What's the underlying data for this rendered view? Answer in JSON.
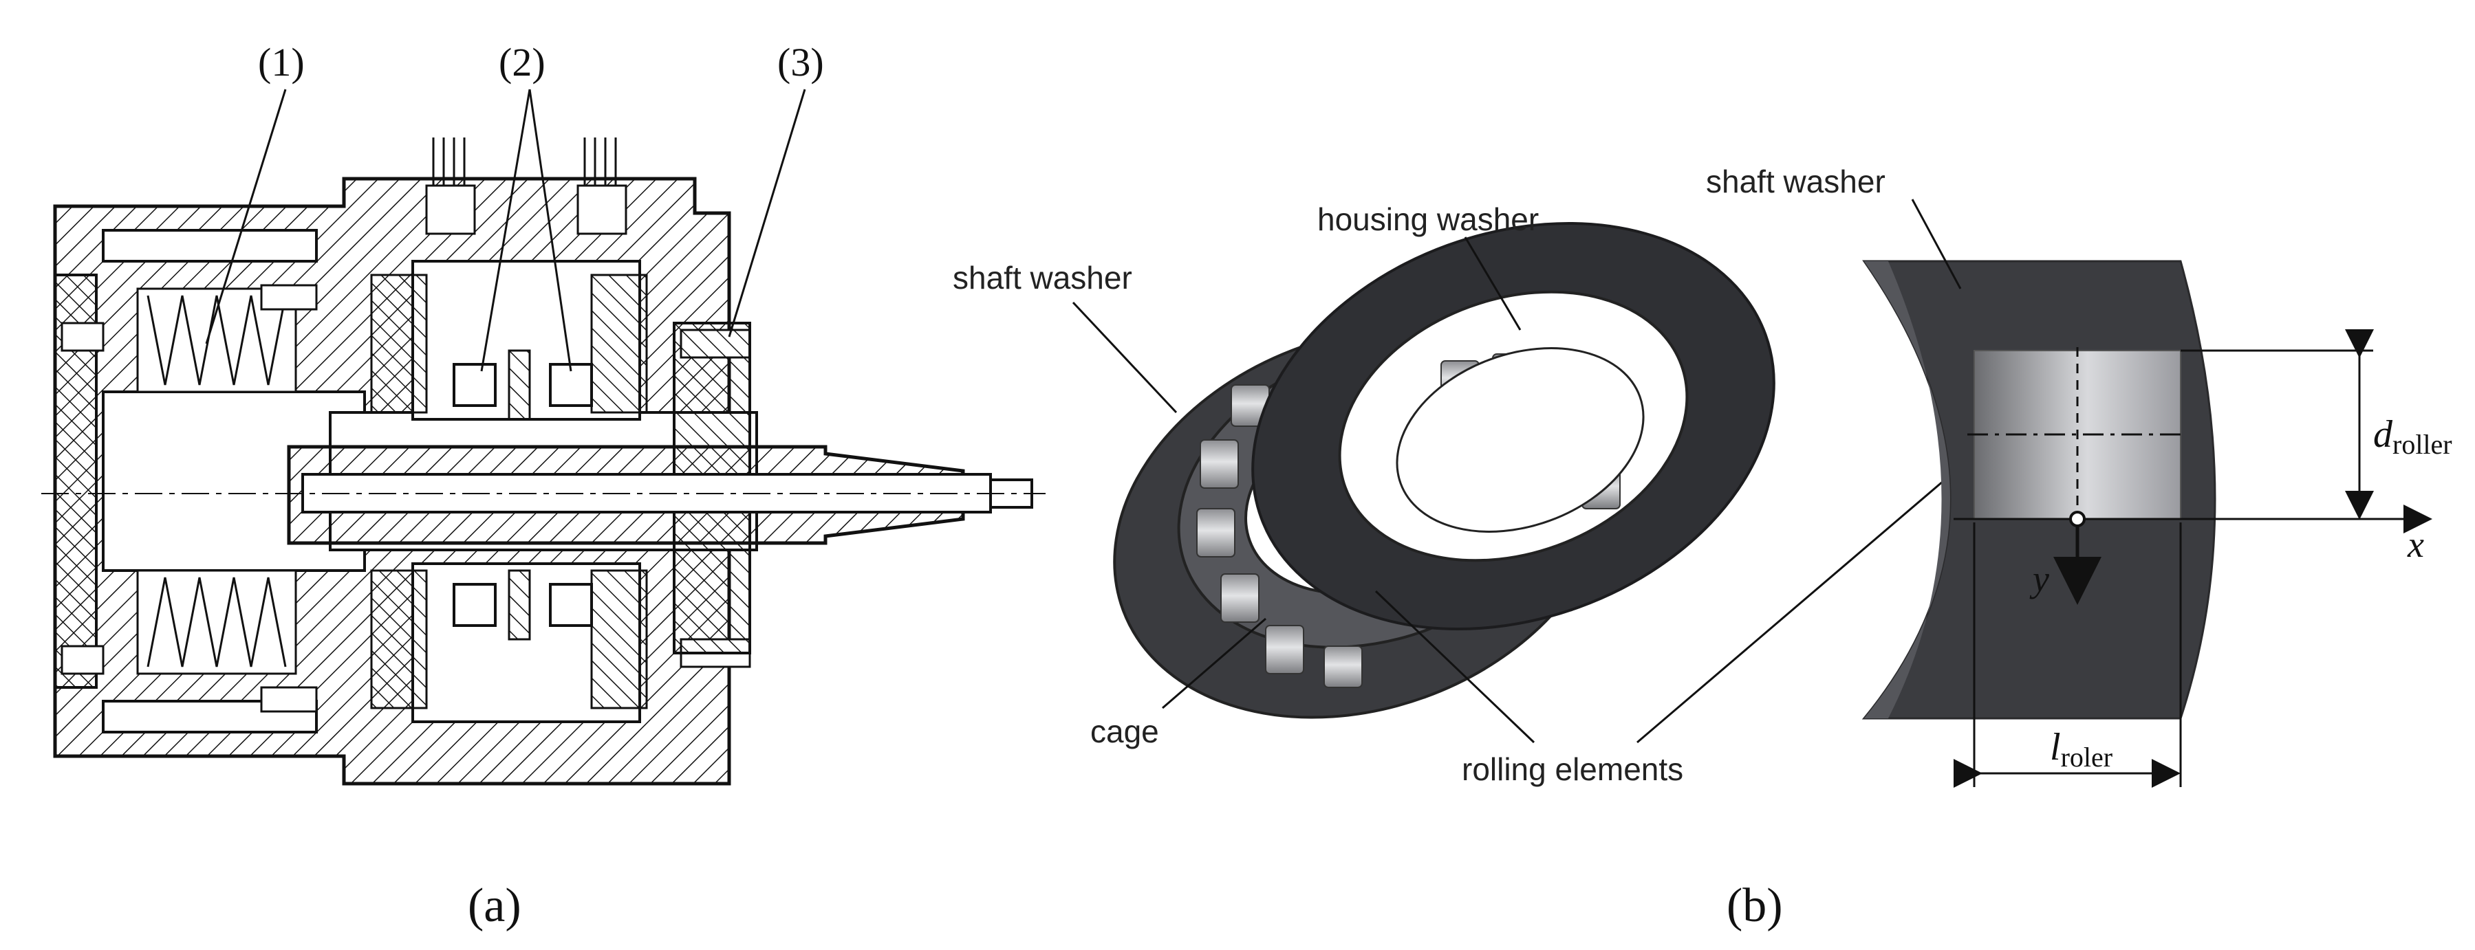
{
  "panel_a": {
    "caption": "(a)",
    "callouts": [
      "(1)",
      "(2)",
      "(3)"
    ]
  },
  "panel_b": {
    "caption": "(b)",
    "bearing_labels": {
      "shaft_washer": "shaft washer",
      "housing_washer": "housing washer",
      "cage": "cage",
      "rolling_elements": "rolling elements"
    },
    "detail_labels": {
      "shaft_washer": "shaft washer",
      "d_symbol": "d",
      "d_subscript": "roller",
      "l_symbol": "l",
      "l_subscript": "roler",
      "x_axis": "x",
      "y_axis": "y"
    }
  },
  "colors": {
    "background": "#ffffff",
    "line": "#111111",
    "steel_dark": "#3a3b3f",
    "steel_mid": "#6a6b70",
    "roller_light": "#c9cacd"
  }
}
